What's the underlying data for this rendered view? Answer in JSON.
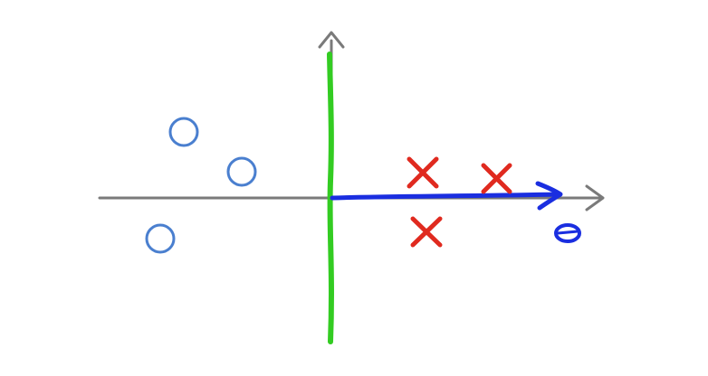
{
  "diagram": {
    "description_type": "svm-decision-boundary-sketch",
    "vector_label": "θ",
    "colors": {
      "axes": "#7a7a7a",
      "boundary": "#33cc22",
      "vector": "#1a2ee0",
      "negative_marker": "#4a7fcf",
      "positive_marker": "#e02a1f"
    },
    "negative_class_count": 3,
    "positive_class_count": 3
  }
}
